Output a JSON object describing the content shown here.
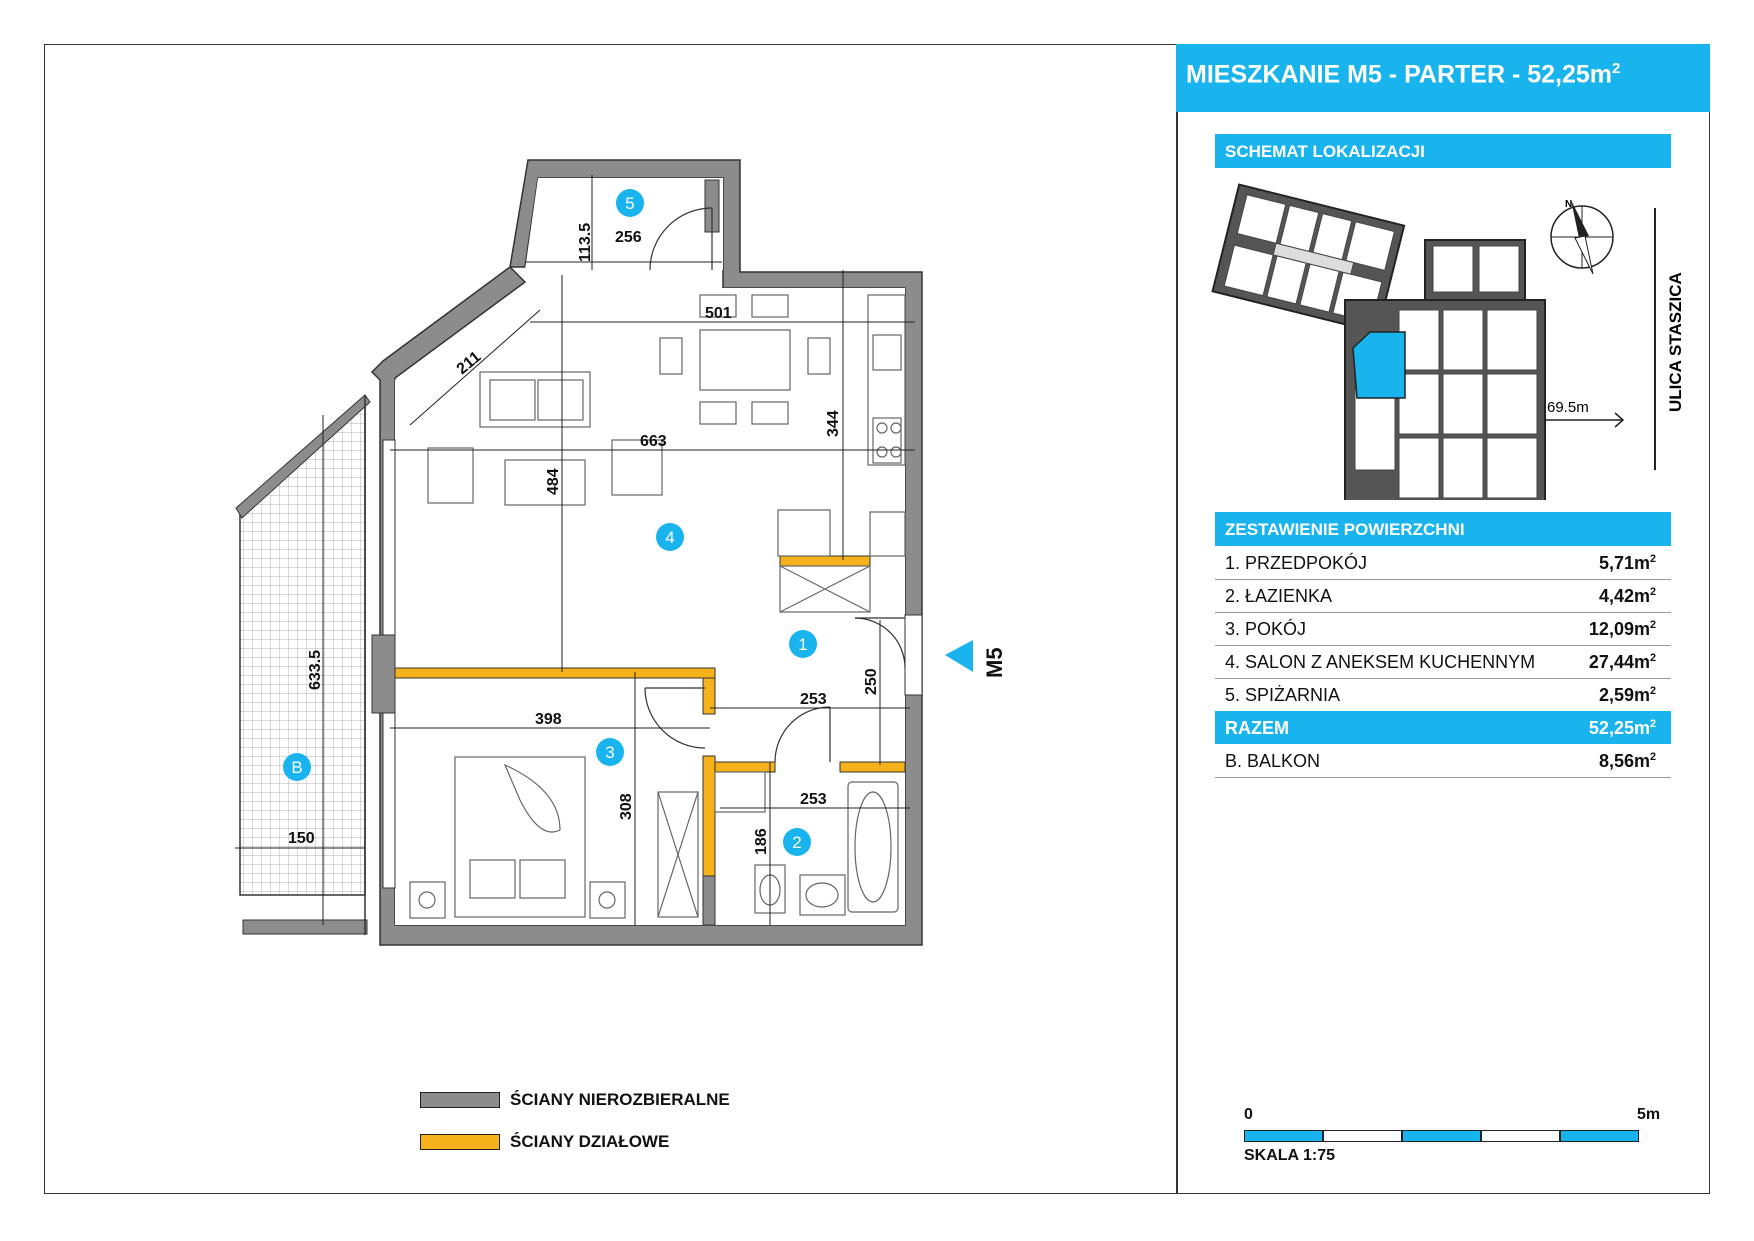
{
  "title": {
    "main": "MIESZKANIE M5 - PARTER - 52,25m",
    "sup": "2"
  },
  "sections": {
    "location": "SCHEMAT LOKALIZACJI",
    "areas": "ZESTAWIENIE POWIERZCHNI"
  },
  "location_map": {
    "street": "ULICA STASZICA",
    "distance": "69.5m",
    "compass_label": "N"
  },
  "area_rows": [
    {
      "label": "1. PRZEDPOKÓJ",
      "value": "5,71m"
    },
    {
      "label": "2. ŁAZIENKA",
      "value": "4,42m"
    },
    {
      "label": "3. POKÓJ",
      "value": "12,09m"
    },
    {
      "label": "4. SALON Z ANEKSEM KUCHENNYM",
      "value": "27,44m"
    },
    {
      "label": "5. SPIŻARNIA",
      "value": "2,59m"
    }
  ],
  "total": {
    "label": "RAZEM",
    "value": "52,25m"
  },
  "balcony": {
    "label": "B. BALKON",
    "value": "8,56m"
  },
  "unit_sup": "2",
  "legend": [
    {
      "label": "ŚCIANY NIEROZBIERALNE",
      "color": "#8c8c8c"
    },
    {
      "label": "ŚCIANY DZIAŁOWE",
      "color": "#f5b21b"
    }
  ],
  "scale": {
    "start": "0",
    "end": "5m",
    "label": "SKALA 1:75"
  },
  "plan": {
    "room_markers": [
      "1",
      "2",
      "3",
      "4",
      "5",
      "B"
    ],
    "entrance_label": "M5",
    "dimensions": {
      "d_113_5": "113.5",
      "d_256": "256",
      "d_501": "501",
      "d_211": "211",
      "d_344": "344",
      "d_663": "663",
      "d_484": "484",
      "d_250": "250",
      "d_253a": "253",
      "d_398": "398",
      "d_253b": "253",
      "d_308": "308",
      "d_186": "186",
      "d_633_5": "633.5",
      "d_150": "150"
    }
  },
  "colors": {
    "accent": "#19b3ee",
    "wall": "#8c8c8c",
    "partition": "#f5b21b"
  }
}
